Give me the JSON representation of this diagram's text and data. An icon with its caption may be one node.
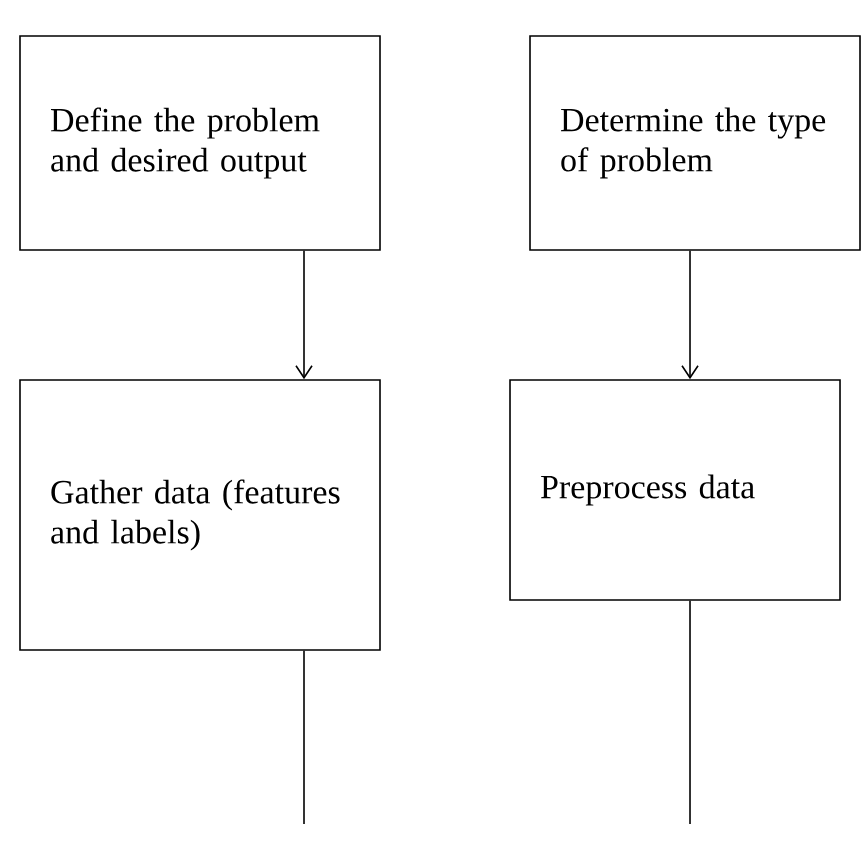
{
  "diagram": {
    "nodes": [
      {
        "text": [
          "Define the problem and desired output"
        ]
      },
      {
        "text": [
          "Determine the type of problem"
        ]
      },
      {
        "text": [
          "Gather data (features and labels)"
        ]
      },
      {
        "text": [
          "Preprocess data"
        ]
      }
    ],
    "edges": [
      {
        "from": 0,
        "to": 2,
        "arrow": "to"
      },
      {
        "from": 1,
        "to": 3,
        "arrow": "to"
      },
      {
        "from": 2,
        "to": null,
        "arrow": "none"
      },
      {
        "from": 3,
        "to": null,
        "arrow": "none"
      }
    ]
  }
}
